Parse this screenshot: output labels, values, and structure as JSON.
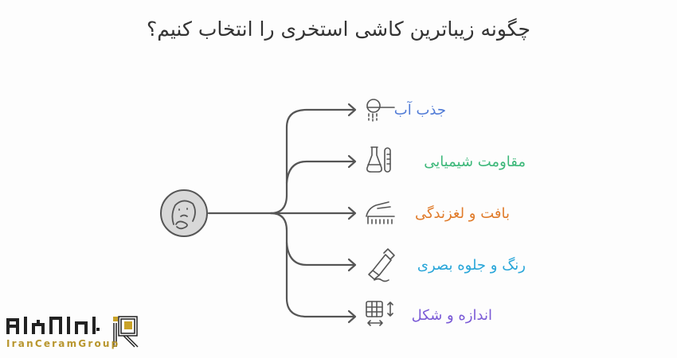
{
  "title": "چگونه زیباترین کاشی استخری را انتخاب کنیم؟",
  "center": {
    "icon": "thinking-face-icon"
  },
  "branches": [
    {
      "label": "جذب آب",
      "icon": "water-absorption-icon",
      "color": "#4f7ad6"
    },
    {
      "label": "مقاومت شیمیایی",
      "icon": "flask-test-tube-icon",
      "color": "#3db87a"
    },
    {
      "label": "بافت و لغزندگی",
      "icon": "hand-texture-icon",
      "color": "#e07b2a"
    },
    {
      "label": "رنگ و جلوه بصری",
      "icon": "paint-tube-icon",
      "color": "#29a6d9"
    },
    {
      "label": "اندازه و شکل",
      "icon": "grid-size-icon",
      "color": "#7a5ad6"
    }
  ],
  "logo": {
    "brand_text": "IranCeramGroup",
    "gold": "#c9a227",
    "dark": "#222222"
  }
}
